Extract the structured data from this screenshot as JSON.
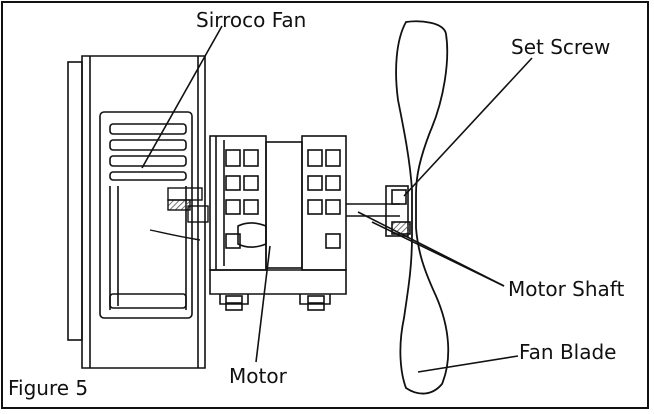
{
  "figure": {
    "caption": "Figure 5",
    "labels": {
      "sirroco_fan": "Sirroco Fan",
      "set_screw": "Set Screw",
      "motor_shaft": "Motor Shaft",
      "fan_blade": "Fan Blade",
      "motor": "Motor"
    }
  },
  "colors": {
    "line": "#111111",
    "background": "#ffffff",
    "hatch": "#555555"
  }
}
